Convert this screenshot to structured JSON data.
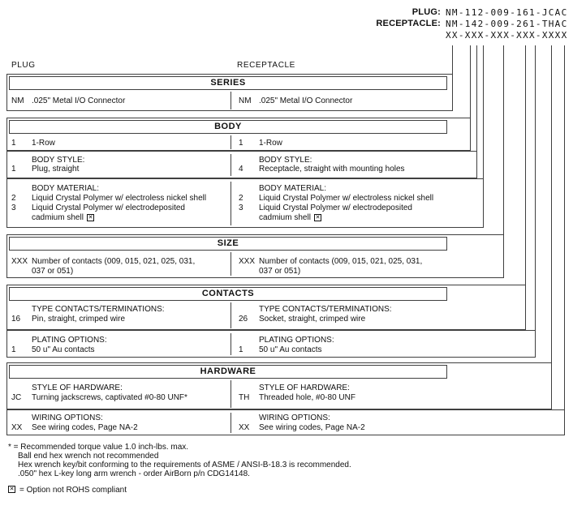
{
  "header": {
    "plug_label": "PLUG:",
    "plug_pn": "NM-112-009-161-JCAC",
    "receptacle_label": "RECEPTACLE:",
    "receptacle_pn": "NM-142-009-261-THAC",
    "pn_mask": "XX-XXX-XXX-XXX-XXXX",
    "left_column_label": "PLUG",
    "right_column_label": "RECEPTACLE"
  },
  "sections": {
    "series": {
      "title": "SERIES",
      "left": {
        "code": "NM",
        "desc": ".025\" Metal I/O Connector"
      },
      "right": {
        "code": "NM",
        "desc": ".025\" Metal I/O Connector"
      }
    },
    "body": {
      "title": "BODY",
      "row": {
        "left": {
          "code": "1",
          "desc": "1-Row"
        },
        "right": {
          "code": "1",
          "desc": "1-Row"
        }
      },
      "style": {
        "label": "BODY STYLE:",
        "left": {
          "code": "1",
          "desc": "Plug, straight"
        },
        "right": {
          "code": "4",
          "desc": "Receptacle, straight with mounting holes"
        }
      },
      "material": {
        "label": "BODY MATERIAL:",
        "left": {
          "code2": "2",
          "desc2": "Liquid Crystal Polymer w/ electroless nickel shell",
          "code3": "3",
          "desc3": "Liquid Crystal Polymer w/ electrodeposited",
          "desc3b": "cadmium shell"
        },
        "right": {
          "code2": "2",
          "desc2": "Liquid Crystal Polymer w/ electroless nickel shell",
          "code3": "3",
          "desc3": "Liquid Crystal Polymer w/ electrodeposited",
          "desc3b": "cadmium shell"
        }
      }
    },
    "size": {
      "title": "SIZE",
      "left": {
        "code": "XXX",
        "desc": "Number of contacts (009, 015, 021, 025, 031,",
        "desc2": "037 or 051)"
      },
      "right": {
        "code": "XXX",
        "desc": "Number of contacts (009, 015, 021, 025, 031,",
        "desc2": "037 or 051)"
      }
    },
    "contacts": {
      "title": "CONTACTS",
      "type": {
        "label": "TYPE CONTACTS/TERMINATIONS:",
        "left": {
          "code": "16",
          "desc": "Pin, straight, crimped wire"
        },
        "right": {
          "code": "26",
          "desc": "Socket, straight, crimped wire"
        }
      },
      "plating": {
        "label": "PLATING OPTIONS:",
        "left": {
          "code": "1",
          "desc": "50 u\" Au contacts"
        },
        "right": {
          "code": "1",
          "desc": "50 u\" Au contacts"
        }
      }
    },
    "hardware": {
      "title": "HARDWARE",
      "style": {
        "label": "STYLE OF HARDWARE:",
        "left": {
          "code": "JC",
          "desc": "Turning jackscrews, captivated #0-80 UNF*"
        },
        "right": {
          "code": "TH",
          "desc": "Threaded hole, #0-80 UNF"
        }
      },
      "wiring": {
        "label": "WIRING OPTIONS:",
        "left": {
          "code": "XX",
          "desc": "See wiring codes, Page NA-2"
        },
        "right": {
          "code": "XX",
          "desc": "See wiring codes, Page NA-2"
        }
      }
    }
  },
  "footnotes": {
    "asterisk_prefix": "* =",
    "line1": "Recommended torque value 1.0 inch-lbs. max.",
    "line2": "Ball end hex wrench not recommended",
    "line3": "Hex wrench key/bit conforming to the requirements of ASME / ANSI-B-18.3 is recommended.",
    "line4": ".050\" hex L-key long arm wrench - order AirBorn p/n CDG14148.",
    "rohs_note": "= Option not ROHS compliant"
  },
  "colors": {
    "line": "#3f3f3f",
    "text": "#111111",
    "background": "#ffffff"
  }
}
